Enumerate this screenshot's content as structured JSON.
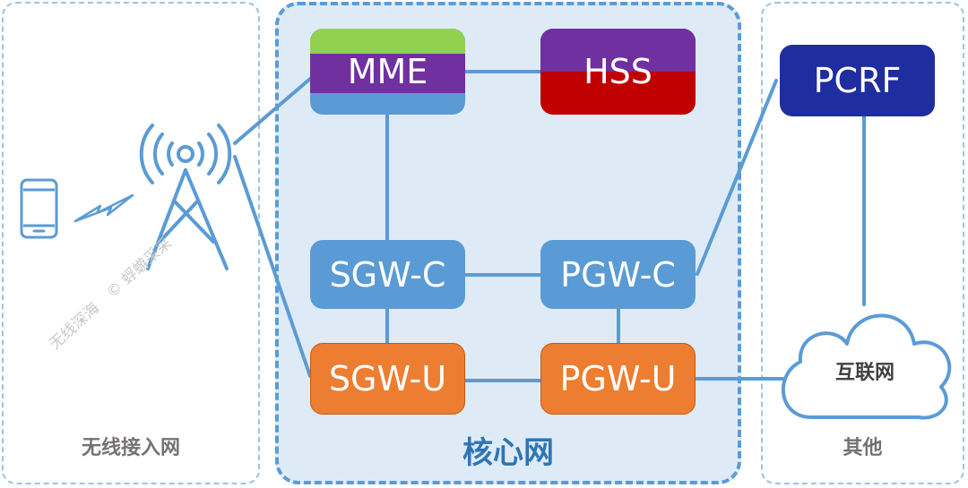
{
  "regions": {
    "access": "无线接入网",
    "core": "核心网",
    "other": "其他"
  },
  "nodes": {
    "mme": "MME",
    "hss": "HSS",
    "pcrf": "PCRF",
    "sgwc": "SGW-C",
    "pgwc": "PGW-C",
    "sgwu": "SGW-U",
    "pgwu": "PGW-U"
  },
  "cloud": {
    "label": "互联网"
  },
  "watermark": {
    "left": "无线深海",
    "right": "© 蜉蝣采采"
  },
  "colors": {
    "core_background": "#deebf7",
    "core_border": "#5b9bd5",
    "link": "#5b9bd5",
    "mme_top": "#92d050",
    "mme_mid": "#7030a0",
    "mme_bottom": "#5b9bd5",
    "hss_top": "#7030a0",
    "hss_bottom": "#c00000",
    "pcrf": "#1f2e9e",
    "control_plane": "#5b9bd5",
    "user_plane": "#ed7d31"
  },
  "icons": [
    "phone-icon",
    "wireless-signal-icon",
    "base-station-tower-icon",
    "cloud-icon"
  ]
}
